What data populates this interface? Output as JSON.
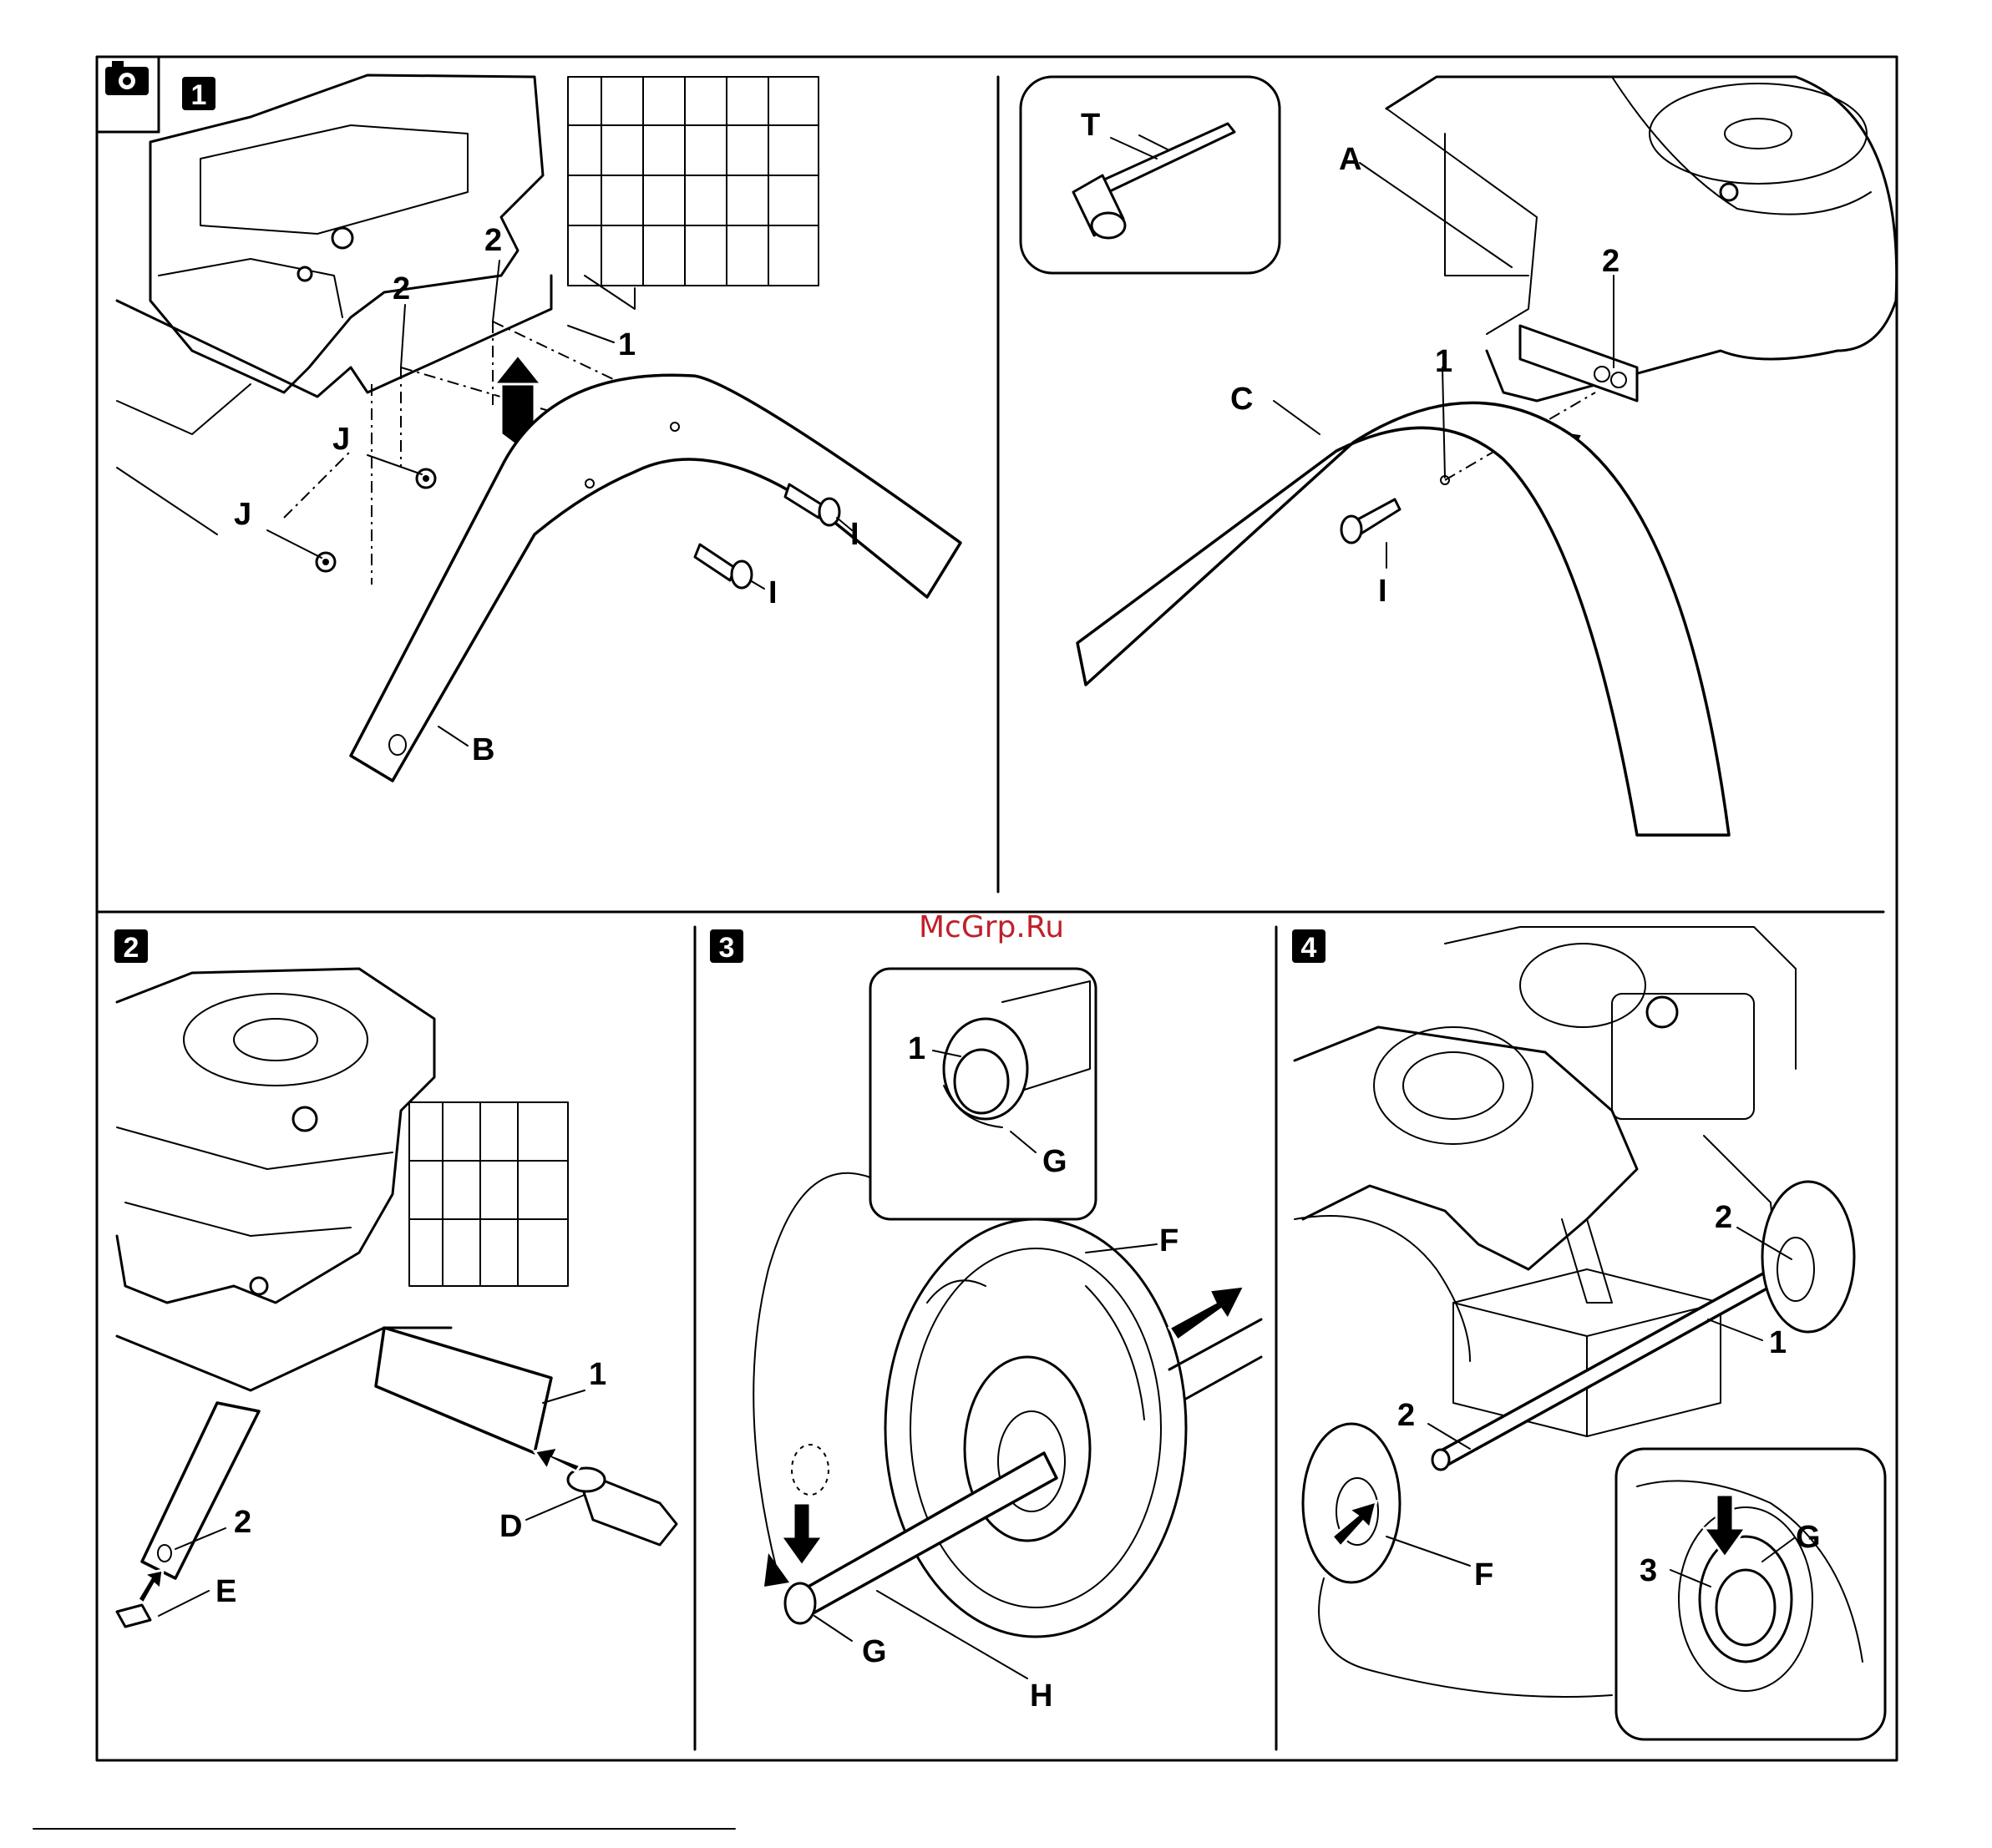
{
  "watermark": "McGrp.Ru",
  "steps": [
    {
      "number": "1"
    },
    {
      "number": "2"
    },
    {
      "number": "3"
    },
    {
      "number": "4"
    }
  ],
  "callouts": {
    "s1": {
      "two_a": "2",
      "two_b": "2",
      "one": "1",
      "j_a": "J",
      "j_b": "J",
      "i_a": "I",
      "i_b": "I",
      "b": "B"
    },
    "s1r": {
      "t": "T",
      "a": "A",
      "two": "2",
      "one": "1",
      "c": "C",
      "i": "I"
    },
    "s2": {
      "one": "1",
      "two": "2",
      "d": "D",
      "e": "E"
    },
    "s3": {
      "one": "1",
      "g_inset": "G",
      "f": "F",
      "g": "G",
      "h": "H"
    },
    "s4": {
      "two_a": "2",
      "one": "1",
      "two_b": "2",
      "f": "F",
      "three": "3",
      "g": "G"
    }
  },
  "icons": [
    "camera-icon",
    "arrow-icon"
  ]
}
